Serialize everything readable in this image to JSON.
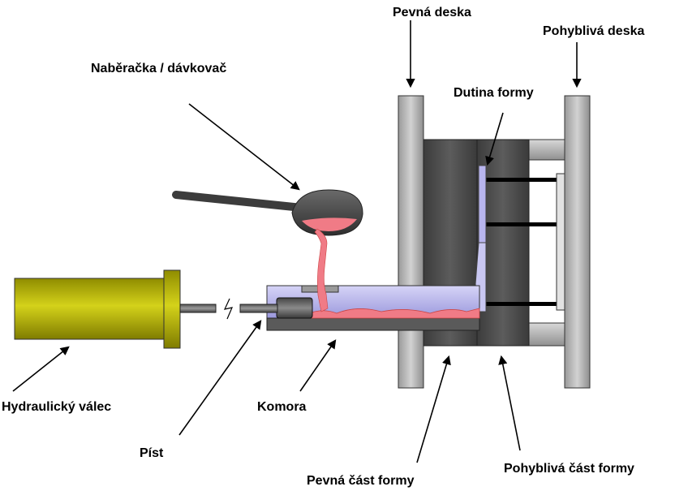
{
  "labels": {
    "fixed_plate": "Pevná deska",
    "moving_plate": "Pohyblivá deska",
    "ladle": "Naběračka / dávkovač",
    "mold_cavity": "Dutina formy",
    "hydraulic_cylinder": "Hydraulický válec",
    "chamber": "Komora",
    "piston": "Píst",
    "fixed_mold_half": "Pevná část formy",
    "moving_mold_half": "Pohyblivá část formy"
  },
  "colors": {
    "cylinder": "#b5b300",
    "molten_metal": "#f07b86",
    "chamber_fill": "#b8b5ee",
    "plate": "#a8a8a8",
    "mold_dark": "#4a4a4a",
    "outline": "#000000"
  }
}
